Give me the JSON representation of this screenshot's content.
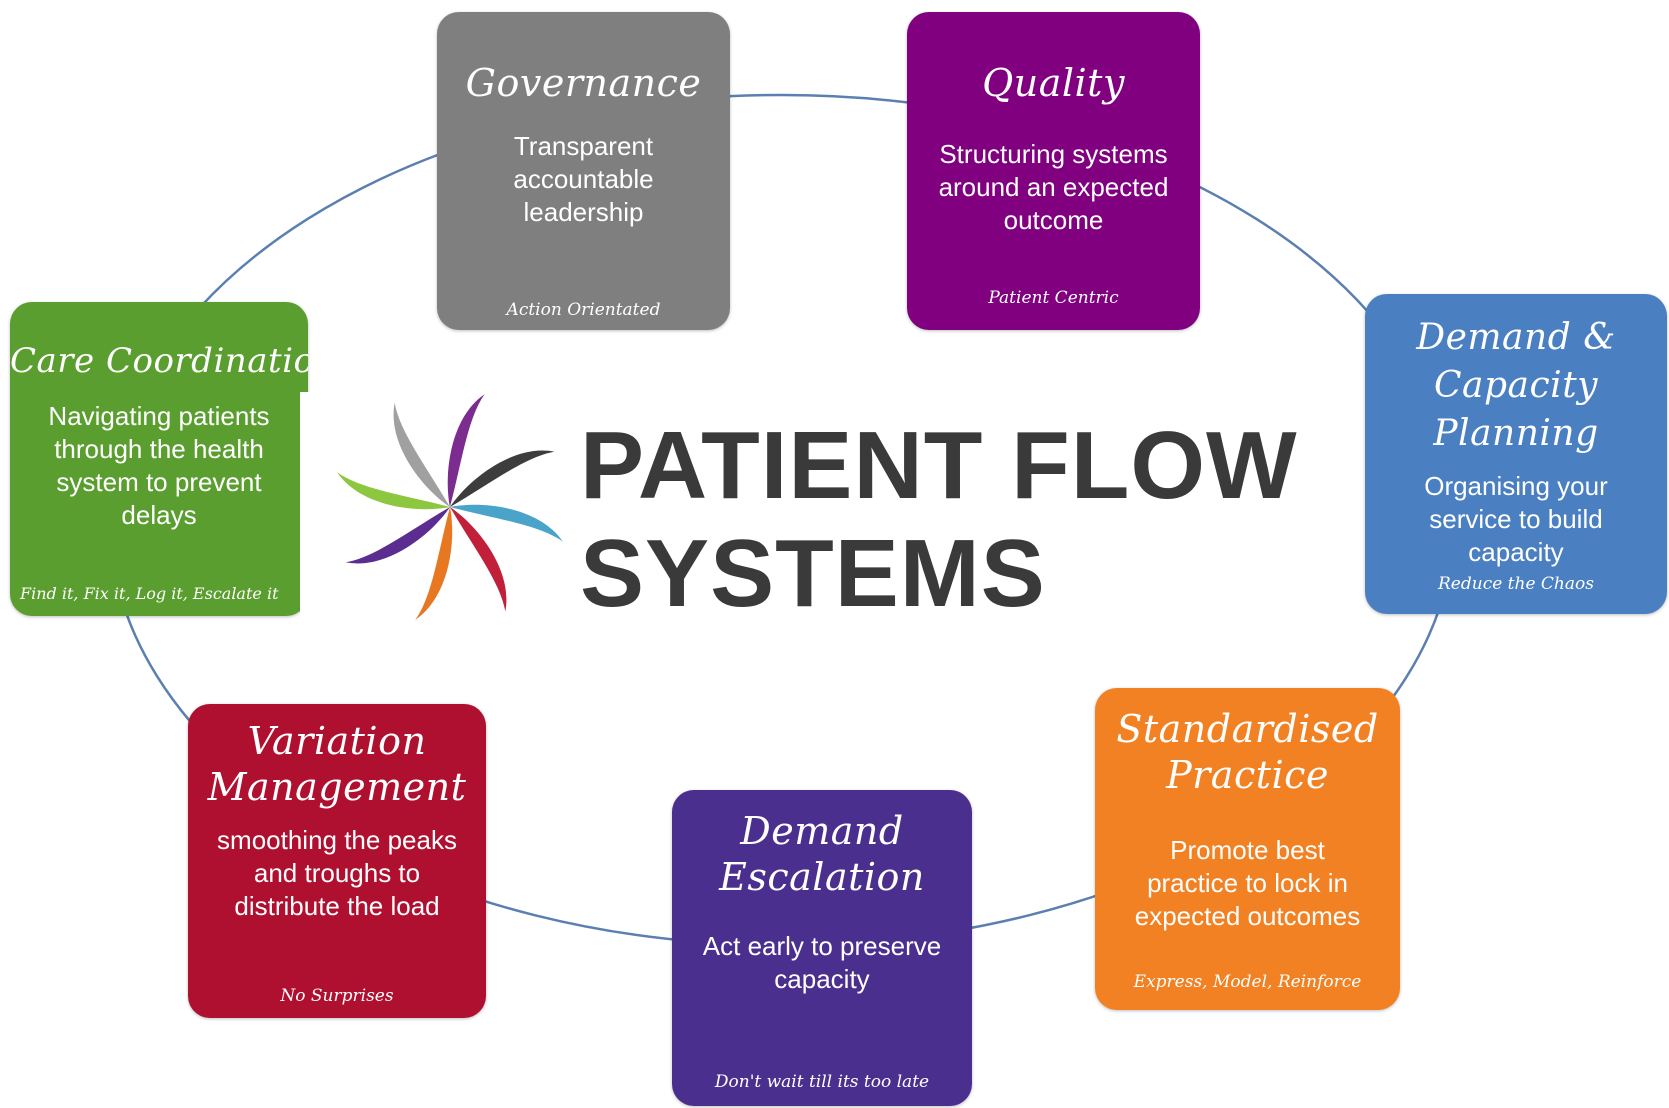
{
  "brand": {
    "line1": "PATIENT FLOW",
    "line2": "SYSTEMS",
    "logo_colors": [
      "#8dc63f",
      "#a0a0a0",
      "#7b2c8e",
      "#3d3d3d",
      "#4aa3c9",
      "#c21f3a",
      "#e87722",
      "#5b2d90"
    ]
  },
  "cards": {
    "governance": {
      "title": "Governance",
      "desc": "Transparent\naccountable\nleadership",
      "tag": "Action Orientated",
      "color": "#7f7f7f"
    },
    "quality": {
      "title": "Quality",
      "desc": "Structuring systems\naround an expected\noutcome",
      "tag": "Patient Centric",
      "color": "#800080"
    },
    "demand_capacity": {
      "title": "Demand &\nCapacity Planning",
      "desc": "Organising your\nservice to build\ncapacity",
      "tag": "Reduce the Chaos",
      "color": "#4a7fc1"
    },
    "standardised": {
      "title": "Standardised\nPractice",
      "desc": "Promote best\npractice to lock in\nexpected outcomes",
      "tag": "Express, Model, Reinforce",
      "color": "#f28123"
    },
    "escalation": {
      "title": "Demand\nEscalation",
      "desc": "Act early to preserve\ncapacity",
      "tag": "Don't wait till its too late",
      "color": "#4b2f8f"
    },
    "variation": {
      "title": "Variation\nManagement",
      "desc": "smoothing the peaks\nand troughs to\ndistribute the load",
      "tag": "No Surprises",
      "color": "#b01030"
    },
    "care": {
      "title": "Care Coordination",
      "desc": "Navigating patients\nthrough the health\nsystem to prevent\ndelays",
      "tag": "Find it, Fix it, Log it, Escalate it",
      "color": "#5a9e2f"
    }
  },
  "ring_color": "#5b7fb0"
}
